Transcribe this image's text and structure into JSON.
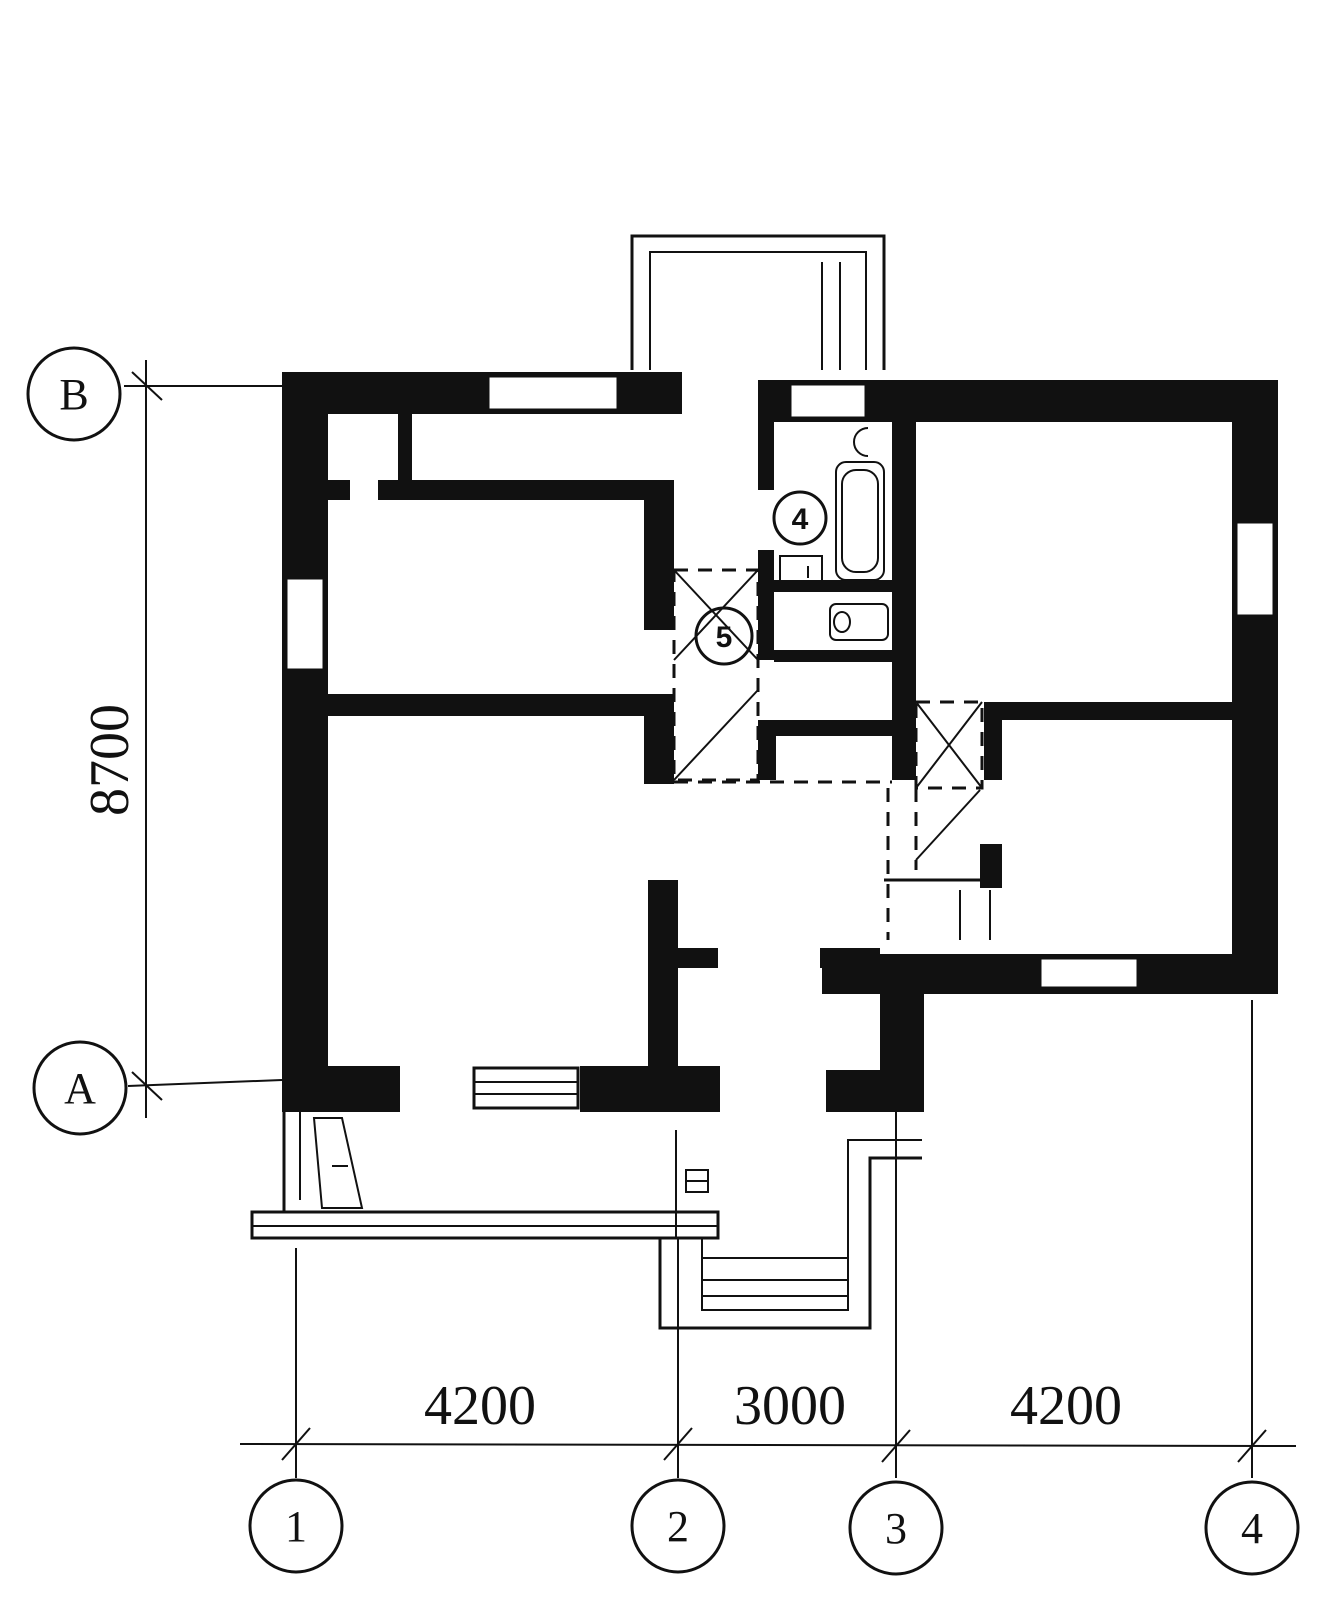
{
  "dimensions": {
    "horizontal": [
      "4200",
      "3000",
      "4200"
    ],
    "vertical": "8700"
  },
  "axes": {
    "columns": [
      "1",
      "2",
      "3",
      "4"
    ],
    "rows": [
      "B",
      "A"
    ]
  },
  "marks": {
    "bathroom": "4",
    "stair_hall": "5"
  },
  "colors": {
    "ink": "#111111",
    "paper": "#ffffff"
  }
}
